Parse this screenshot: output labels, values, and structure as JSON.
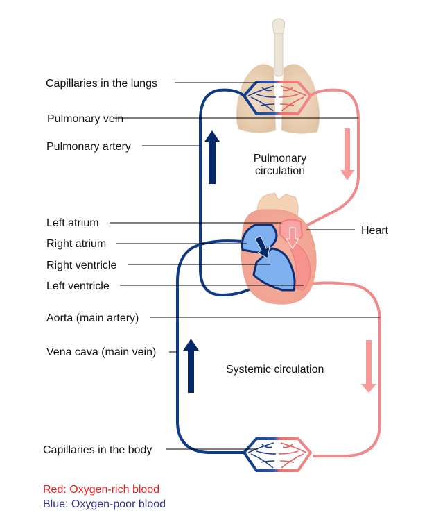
{
  "colors": {
    "oxygen_poor": "#0f3a86",
    "oxygen_rich": "#f08a8a",
    "arrow_blue": "#05286b",
    "arrow_pink": "#f89a9a",
    "legend_red": "#ee1c1c",
    "legend_blue": "#2e3192",
    "lung_tissue": "#ead2b7",
    "heart_tissue": "#f2a898",
    "heart_chamber_blue": "#7fb0f0",
    "leader_line": "#000000"
  },
  "labels": {
    "capillaries_lungs": "Capillaries in the lungs",
    "pulmonary_vein": "Pulmonary vein",
    "pulmonary_artery": "Pulmonary artery",
    "pulmonary_circulation_line1": "Pulmonary",
    "pulmonary_circulation_line2": "circulation",
    "left_atrium": "Left atrium",
    "right_atrium": "Right atrium",
    "right_ventricle": "Right ventricle",
    "left_ventricle": "Left ventricle",
    "heart": "Heart",
    "aorta": "Aorta (main artery)",
    "vena_cava": "Vena cava (main vein)",
    "systemic_circulation": "Systemic circulation",
    "capillaries_body": "Capillaries in the body"
  },
  "legend": {
    "red": "Red: Oxygen-rich blood",
    "blue": "Blue: Oxygen-poor blood"
  }
}
